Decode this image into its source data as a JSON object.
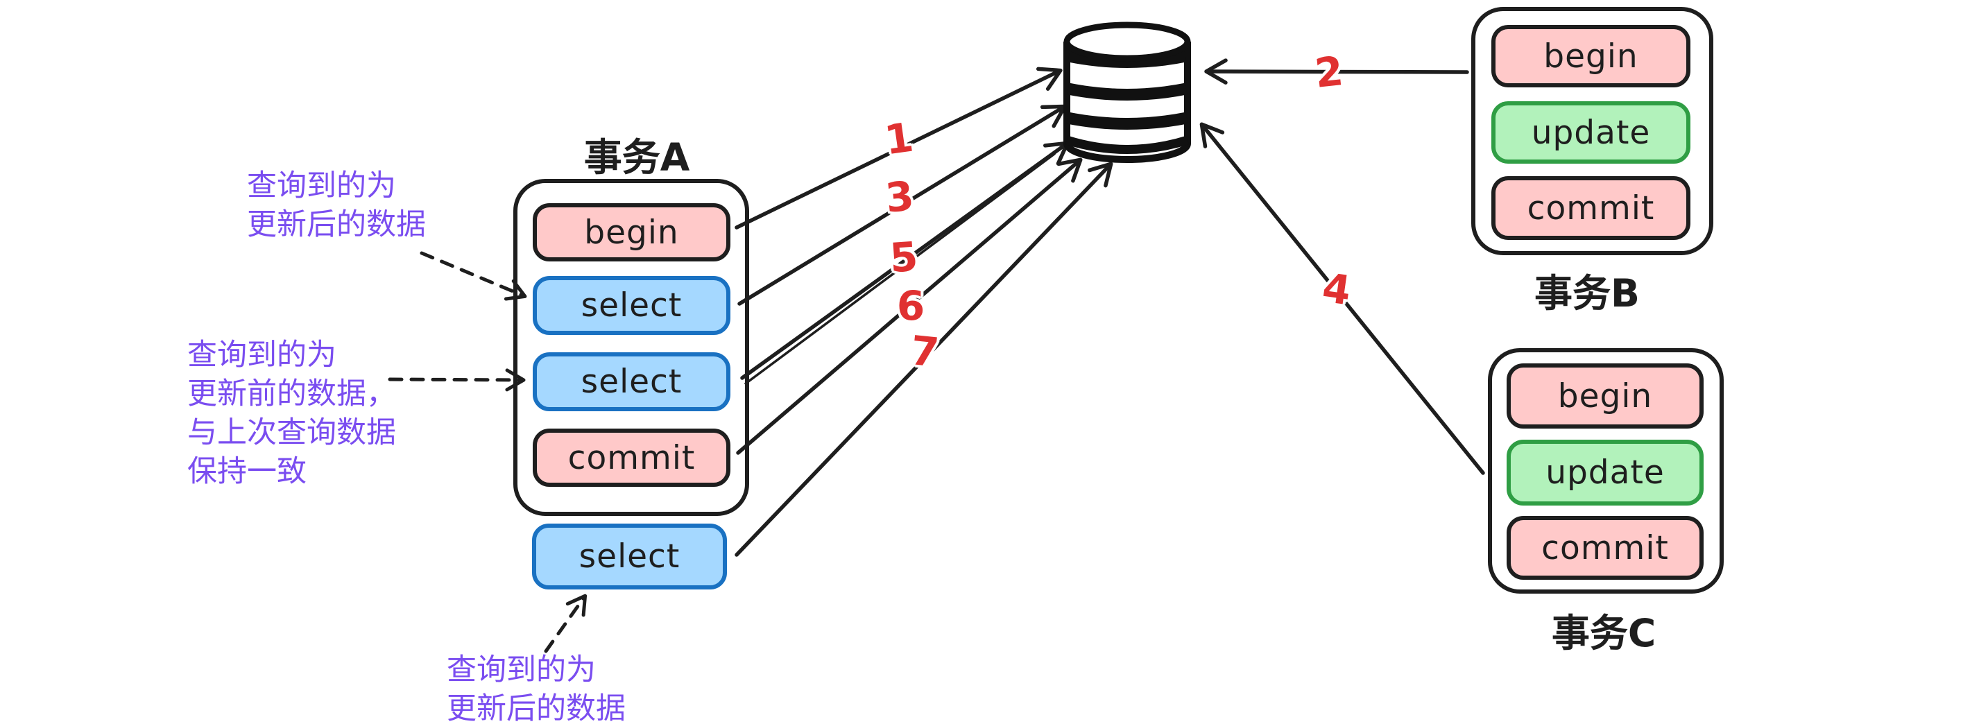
{
  "colors": {
    "ink": "#1e1e1e",
    "arrow_number_red": "#e03131",
    "annotation_purple": "#7a4df0",
    "pink_fill": "#ffc9c9",
    "blue_fill": "#a5d8ff",
    "blue_stroke": "#1971c2",
    "green_fill": "#b2f2bb",
    "green_stroke": "#2f9e44",
    "background": "#ffffff"
  },
  "database": {
    "icon": "database-cylinder-icon"
  },
  "transactions": [
    {
      "title": "事务A",
      "steps": [
        {
          "label": "begin",
          "color": "pink"
        },
        {
          "label": "select",
          "color": "blue"
        },
        {
          "label": "select",
          "color": "blue"
        },
        {
          "label": "commit",
          "color": "pink"
        }
      ]
    },
    {
      "title": "事务B",
      "steps": [
        {
          "label": "begin",
          "color": "pink"
        },
        {
          "label": "update",
          "color": "green"
        },
        {
          "label": "commit",
          "color": "pink"
        }
      ]
    },
    {
      "title": "事务C",
      "steps": [
        {
          "label": "begin",
          "color": "pink"
        },
        {
          "label": "update",
          "color": "green"
        },
        {
          "label": "commit",
          "color": "pink"
        }
      ]
    }
  ],
  "standalone_step": {
    "label": "select",
    "color": "blue"
  },
  "arrows": [
    {
      "num": "1",
      "from": "事务A begin",
      "to": "database"
    },
    {
      "num": "2",
      "from": "事务B",
      "to": "database"
    },
    {
      "num": "3",
      "from": "事务A select",
      "to": "database"
    },
    {
      "num": "4",
      "from": "事务C",
      "to": "database"
    },
    {
      "num": "5",
      "from": "事务A select",
      "to": "database"
    },
    {
      "num": "6",
      "from": "事务A commit",
      "to": "database"
    },
    {
      "num": "7",
      "from": "select",
      "to": "database"
    }
  ],
  "annotations": [
    {
      "lines": [
        "查询到的为",
        "更新后的数据"
      ]
    },
    {
      "lines": [
        "查询到的为",
        "更新前的数据，",
        "与上次查询数据",
        "保持一致"
      ]
    },
    {
      "lines": [
        "查询到的为",
        "更新后的数据"
      ]
    }
  ]
}
